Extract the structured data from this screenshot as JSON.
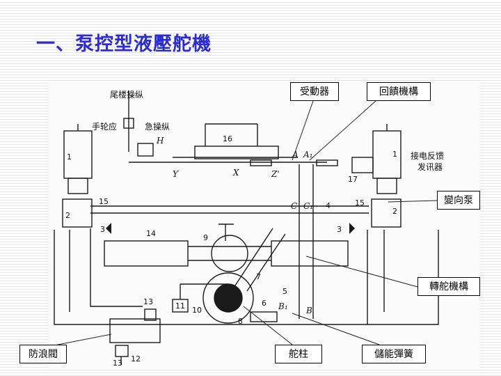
{
  "slide": {
    "title": "一、泵控型液壓舵機"
  },
  "callouts": {
    "actuator": "受動器",
    "feedback": "回饋機構",
    "variable_pump": "變向泵",
    "steering_gear": "轉舵機構",
    "relief_valve": "防浪閥",
    "rudder_stock": "舵柱",
    "storage_spring": "儲能彈簧"
  },
  "diagram_labels": {
    "tail_control": "尾楼操纵",
    "handwheel": "手轮应",
    "emergency_control": "急操纵",
    "feedback_transmitter_1": "接电反馈",
    "feedback_transmitter_2": "发讯器",
    "H": "H",
    "Y": "Y",
    "X": "X",
    "Z_prime": "Z'",
    "A": "A",
    "A1": "A₁",
    "C": "C",
    "C1": "C₁",
    "B": "B",
    "B1": "B₁",
    "n1_left": "1",
    "n1_right": "1",
    "n2_left": "2",
    "n2_right": "2",
    "n3_left": "3",
    "n3_right": "3",
    "n4": "4",
    "n5": "5",
    "n6": "6",
    "n7": "7",
    "n8": "8",
    "n9": "9",
    "n10": "10",
    "n11": "11",
    "n12": "12",
    "n13_top": "13",
    "n13_bottom": "13",
    "n14": "14",
    "n15_left": "15",
    "n15_right": "15",
    "n16": "16",
    "n17": "17"
  }
}
